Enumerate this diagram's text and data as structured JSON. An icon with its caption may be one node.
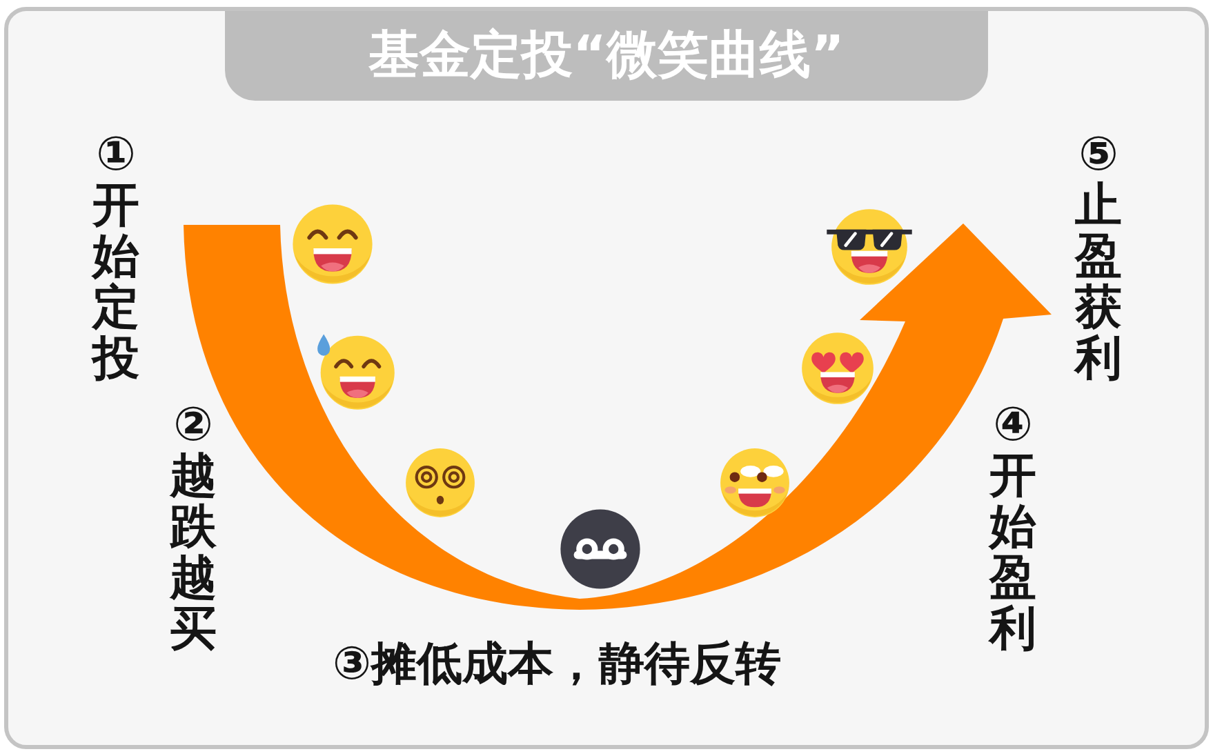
{
  "diagram": {
    "title": "基金定投“微笑曲线”",
    "labels": [
      "①开始定投",
      "②越跌越买",
      "③摊低成本，静待反转",
      "④开始盈利",
      "⑤止盈获利"
    ]
  }
}
